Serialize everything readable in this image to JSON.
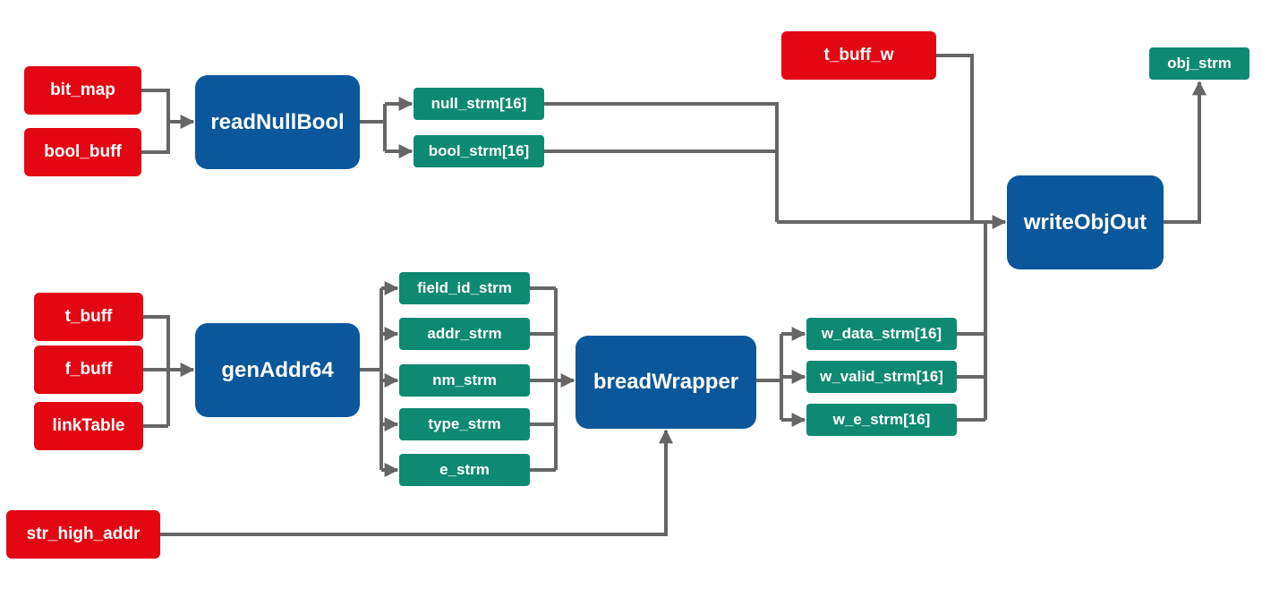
{
  "colors": {
    "input": "#e30613",
    "process": "#0b579b",
    "stream": "#0e8a72",
    "wire": "#666666"
  },
  "inputs": {
    "bit_map": "bit_map",
    "bool_buff": "bool_buff",
    "t_buff": "t_buff",
    "f_buff": "f_buff",
    "linkTable": "linkTable",
    "str_high_addr": "str_high_addr",
    "t_buff_w": "t_buff_w"
  },
  "processes": {
    "readNullBool": "readNullBool",
    "genAddr64": "genAddr64",
    "breadWrapper": "breadWrapper",
    "writeObjOut": "writeObjOut"
  },
  "streams": {
    "null_strm": "null_strm[16]",
    "bool_strm": "bool_strm[16]",
    "field_id_strm": "field_id_strm",
    "addr_strm": "addr_strm",
    "nm_strm": "nm_strm",
    "type_strm": "type_strm",
    "e_strm": "e_strm",
    "w_data_strm": "w_data_strm[16]",
    "w_valid_strm": "w_valid_strm[16]",
    "w_e_strm": "w_e_strm[16]",
    "obj_strm": "obj_strm"
  }
}
